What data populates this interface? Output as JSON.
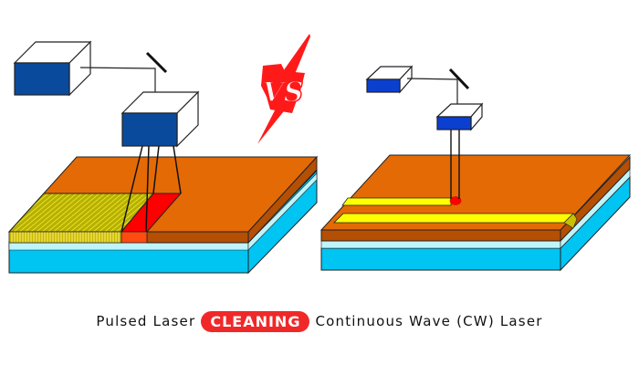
{
  "diagram": {
    "title": "Pulsed Laser vs Continuous Wave Laser Cleaning",
    "left_panel": {
      "label": "Pulsed Laser",
      "components": [
        "laser-source",
        "mirror",
        "scan-head",
        "beam-fan",
        "cleaned-area-hatched",
        "active-spot"
      ]
    },
    "right_panel": {
      "label": "Continuous Wave (CW) Laser",
      "components": [
        "laser-source",
        "mirror",
        "scan-head",
        "beam",
        "cleaned-tracks",
        "active-spot"
      ]
    },
    "vs_badge": "VS",
    "colors": {
      "source_blue": "#0a4a9c",
      "source_blue_cw": "#0b3fd0",
      "coating_top": "#e46a06",
      "coating_side": "#b44f04",
      "substrate_light": "#bff4fb",
      "substrate_blue": "#00c4f2",
      "cleaned_yellow": "#ffff00",
      "hatched_olive": "#c9c000",
      "spot_red": "#ff0000",
      "caption_pill": "#f02828"
    }
  },
  "caption": {
    "left": "Pulsed Laser",
    "center": "CLEANING",
    "right": "Continuous Wave (CW) Laser"
  }
}
